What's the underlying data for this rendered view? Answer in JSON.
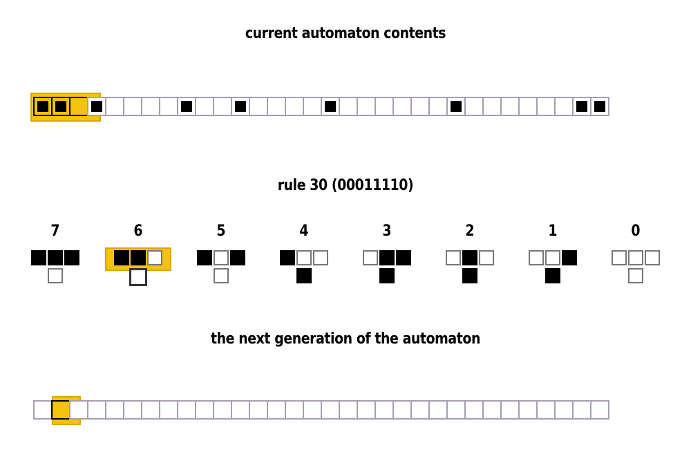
{
  "titles": {
    "current": "current automaton contents",
    "rule": "rule 30 (00011110)",
    "next": "the next generation of the automaton"
  },
  "colors": {
    "highlight": "#f5c20f",
    "cell_border": "#a79db0",
    "filled": "#000000"
  },
  "current_cells": [
    1,
    1,
    0,
    1,
    0,
    0,
    0,
    0,
    1,
    0,
    0,
    1,
    0,
    0,
    0,
    0,
    1,
    0,
    0,
    0,
    0,
    0,
    0,
    1,
    0,
    0,
    0,
    0,
    0,
    0,
    1,
    1
  ],
  "next_cells": [
    0,
    0,
    0,
    0,
    0,
    0,
    0,
    0,
    0,
    0,
    0,
    0,
    0,
    0,
    0,
    0,
    0,
    0,
    0,
    0,
    0,
    0,
    0,
    0,
    0,
    0,
    0,
    0,
    0,
    0,
    0,
    0
  ],
  "highlight_current": [
    0,
    1,
    2
  ],
  "highlight_next": [
    1
  ],
  "rules": [
    {
      "label": "7",
      "pattern": [
        1,
        1,
        1
      ],
      "output": 0
    },
    {
      "label": "6",
      "pattern": [
        1,
        1,
        0
      ],
      "output": 0,
      "highlight": true
    },
    {
      "label": "5",
      "pattern": [
        1,
        0,
        1
      ],
      "output": 0
    },
    {
      "label": "4",
      "pattern": [
        1,
        0,
        0
      ],
      "output": 1
    },
    {
      "label": "3",
      "pattern": [
        0,
        1,
        1
      ],
      "output": 1
    },
    {
      "label": "2",
      "pattern": [
        0,
        1,
        0
      ],
      "output": 1
    },
    {
      "label": "1",
      "pattern": [
        0,
        0,
        1
      ],
      "output": 1
    },
    {
      "label": "0",
      "pattern": [
        0,
        0,
        0
      ],
      "output": 0
    }
  ]
}
